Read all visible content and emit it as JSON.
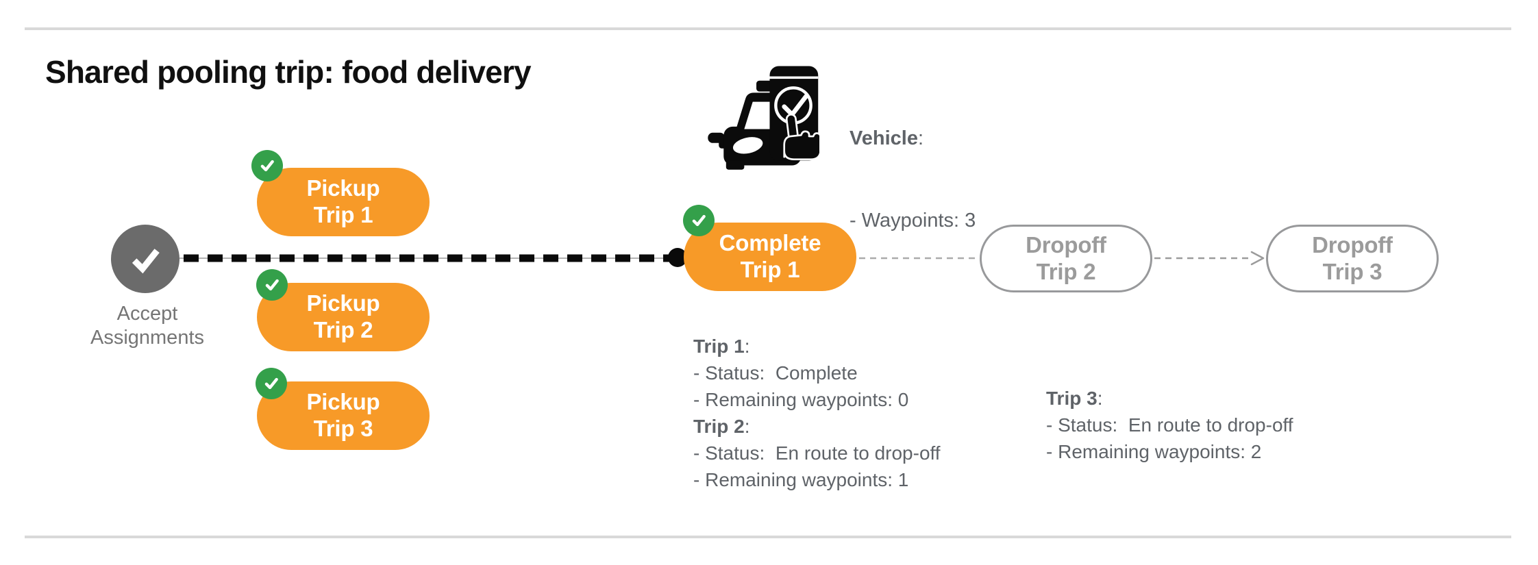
{
  "title": "Shared pooling trip: food delivery",
  "punct": {
    "colon": ":"
  },
  "colors": {
    "pill_orange": "#F79A28",
    "badge_green": "#34A04A",
    "start_node_gray": "#6B6B6B",
    "ghost_outline_gray": "#98999B",
    "ghost_text_gray": "#9B9B9B",
    "body_text_gray": "#5F6368",
    "label_gray": "#757575",
    "rule_gray": "#D9D9D9",
    "connector_black": "#000000"
  },
  "nodes": {
    "start": {
      "icon": "checkmark-icon",
      "line1": "Accept",
      "line2": "Assignments"
    },
    "pickups": [
      {
        "line1": "Pickup",
        "line2": "Trip 1"
      },
      {
        "line1": "Pickup",
        "line2": "Trip 2"
      },
      {
        "line1": "Pickup",
        "line2": "Trip 3"
      }
    ],
    "complete": {
      "line1": "Complete",
      "line2": "Trip 1"
    },
    "dropoffs": [
      {
        "line1": "Dropoff",
        "line2": "Trip 2"
      },
      {
        "line1": "Dropoff",
        "line2": "Trip 3"
      }
    ]
  },
  "vehicle": {
    "icon": "car-phone-check-icon",
    "label": "Vehicle",
    "waypoints": "- Waypoints: 3"
  },
  "trips_status": [
    {
      "name": "Trip 1",
      "status": "- Status:  Complete",
      "remaining": "- Remaining waypoints: 0"
    },
    {
      "name": "Trip 2",
      "status": "- Status:  En route to drop-off",
      "remaining": "- Remaining waypoints: 1"
    },
    {
      "name": "Trip 3",
      "status": "- Status:  En route to drop-off",
      "remaining": "- Remaining waypoints: 2"
    }
  ]
}
